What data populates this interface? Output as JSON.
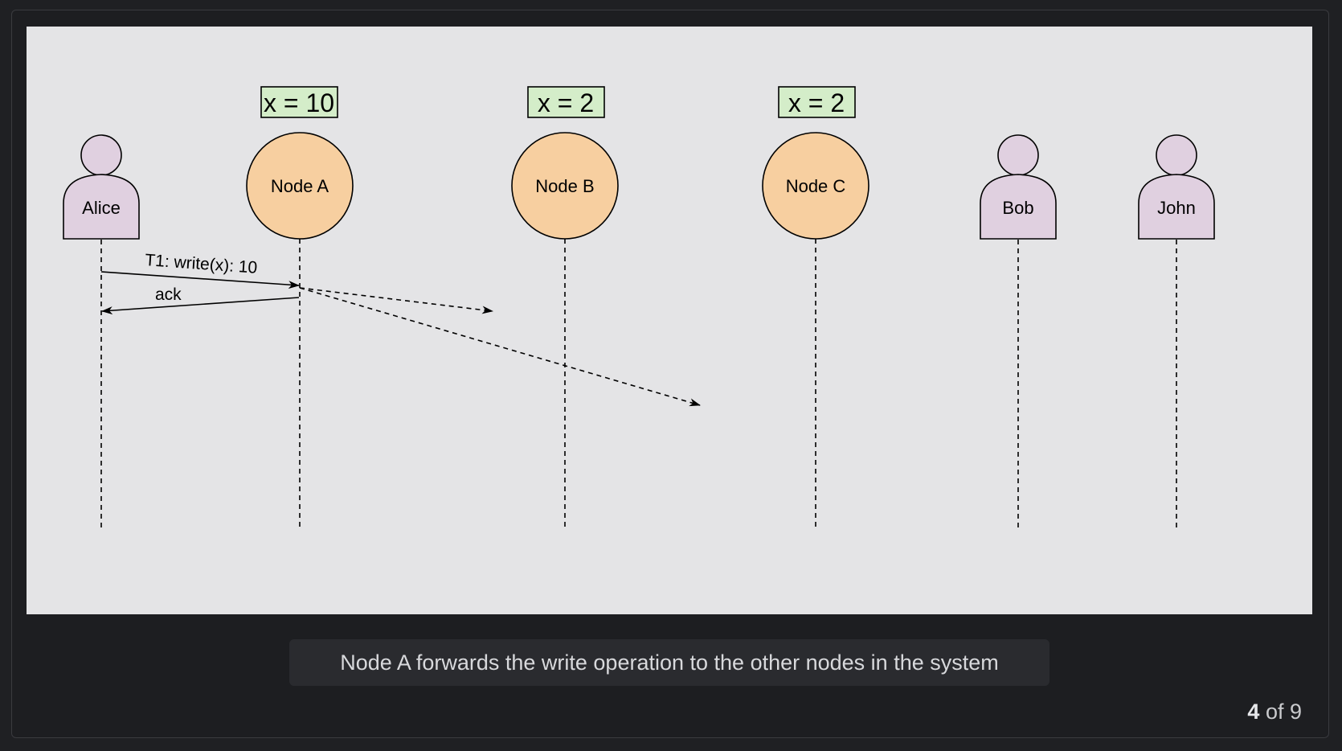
{
  "diagram": {
    "actors": [
      {
        "id": "alice",
        "label": "Alice"
      },
      {
        "id": "bob",
        "label": "Bob"
      },
      {
        "id": "john",
        "label": "John"
      }
    ],
    "nodes": [
      {
        "id": "node-a",
        "label": "Node A",
        "value": "x = 10"
      },
      {
        "id": "node-b",
        "label": "Node B",
        "value": "x = 2"
      },
      {
        "id": "node-c",
        "label": "Node C",
        "value": "x = 2"
      }
    ],
    "messages": {
      "write": "T1: write(x): 10",
      "ack": "ack"
    },
    "colors": {
      "node_fill": "#f7cfa0",
      "actor_fill": "#e0d0e0",
      "value_fill": "#d4edc9",
      "slide_bg": "#e4e4e6"
    }
  },
  "caption": "Node A forwards the write operation to the other nodes in the system",
  "pager": {
    "current": "4",
    "of_text": " of 9"
  }
}
